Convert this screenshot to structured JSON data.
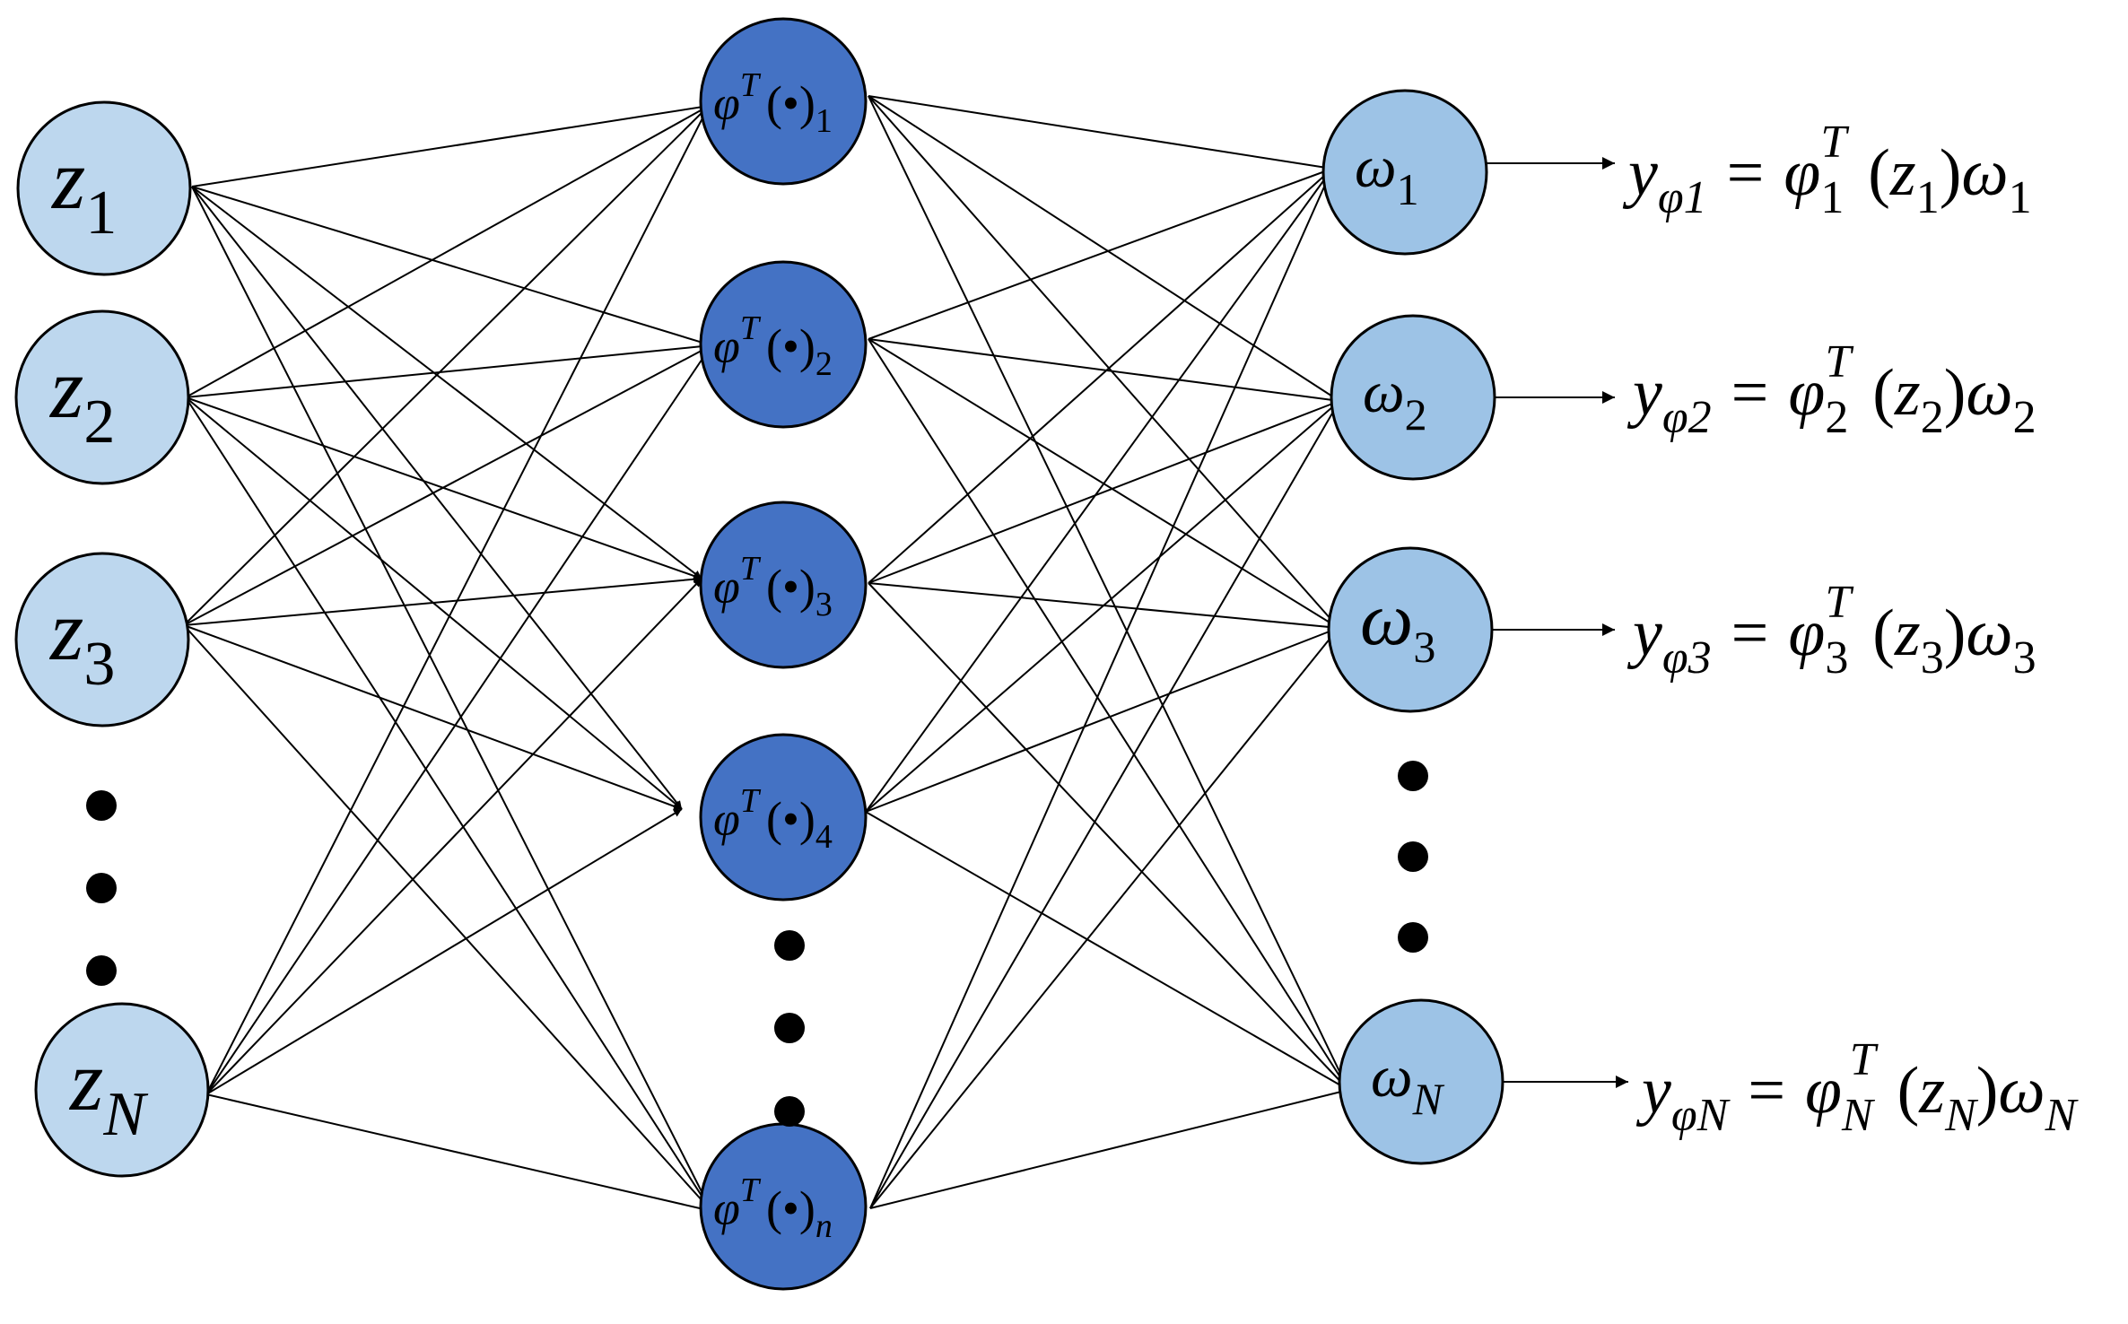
{
  "colors": {
    "input_node": "#bdd7ee",
    "hidden_node": "#4472c4",
    "output_node": "#9dc3e6",
    "stroke": "#000000"
  },
  "input_nodes": [
    {
      "base": "z",
      "sub": "1"
    },
    {
      "base": "z",
      "sub": "2"
    },
    {
      "base": "z",
      "sub": "3"
    },
    {
      "base": "z",
      "sub": "N"
    }
  ],
  "hidden_nodes": [
    {
      "base": "φ",
      "sup": "T",
      "arg": "(•)",
      "sub": "1"
    },
    {
      "base": "φ",
      "sup": "T",
      "arg": "(•)",
      "sub": "2"
    },
    {
      "base": "φ",
      "sup": "T",
      "arg": "(•)",
      "sub": "3"
    },
    {
      "base": "φ",
      "sup": "T",
      "arg": "(•)",
      "sub": "4"
    },
    {
      "base": "φ",
      "sup": "T",
      "arg": "(•)",
      "sub": "n"
    }
  ],
  "output_nodes": [
    {
      "base": "ω",
      "sub": "1"
    },
    {
      "base": "ω",
      "sub": "2"
    },
    {
      "base": "ω",
      "sub": "3"
    },
    {
      "base": "ω",
      "sub": "N"
    }
  ],
  "equations": [
    {
      "y": "y",
      "ysub": "φ1",
      "eq": "=",
      "phi": "φ",
      "phisub": "1",
      "phisup": "T",
      "open": "(",
      "z": "z",
      "zsub": "1",
      "close": ")",
      "w": "ω",
      "wsub": "1"
    },
    {
      "y": "y",
      "ysub": "φ2",
      "eq": "=",
      "phi": "φ",
      "phisub": "2",
      "phisup": "T",
      "open": "(",
      "z": "z",
      "zsub": "2",
      "close": ")",
      "w": "ω",
      "wsub": "2"
    },
    {
      "y": "y",
      "ysub": "φ3",
      "eq": "=",
      "phi": "φ",
      "phisub": "3",
      "phisup": "T",
      "open": "(",
      "z": "z",
      "zsub": "3",
      "close": ")",
      "w": "ω",
      "wsub": "3"
    },
    {
      "y": "y",
      "ysub": "φN",
      "eq": "=",
      "phi": "φ",
      "phisub": "N",
      "phisup": "T",
      "open": "(",
      "z": "z",
      "zsub": "N",
      "close": ")",
      "w": "ω",
      "wsub": "N"
    }
  ]
}
